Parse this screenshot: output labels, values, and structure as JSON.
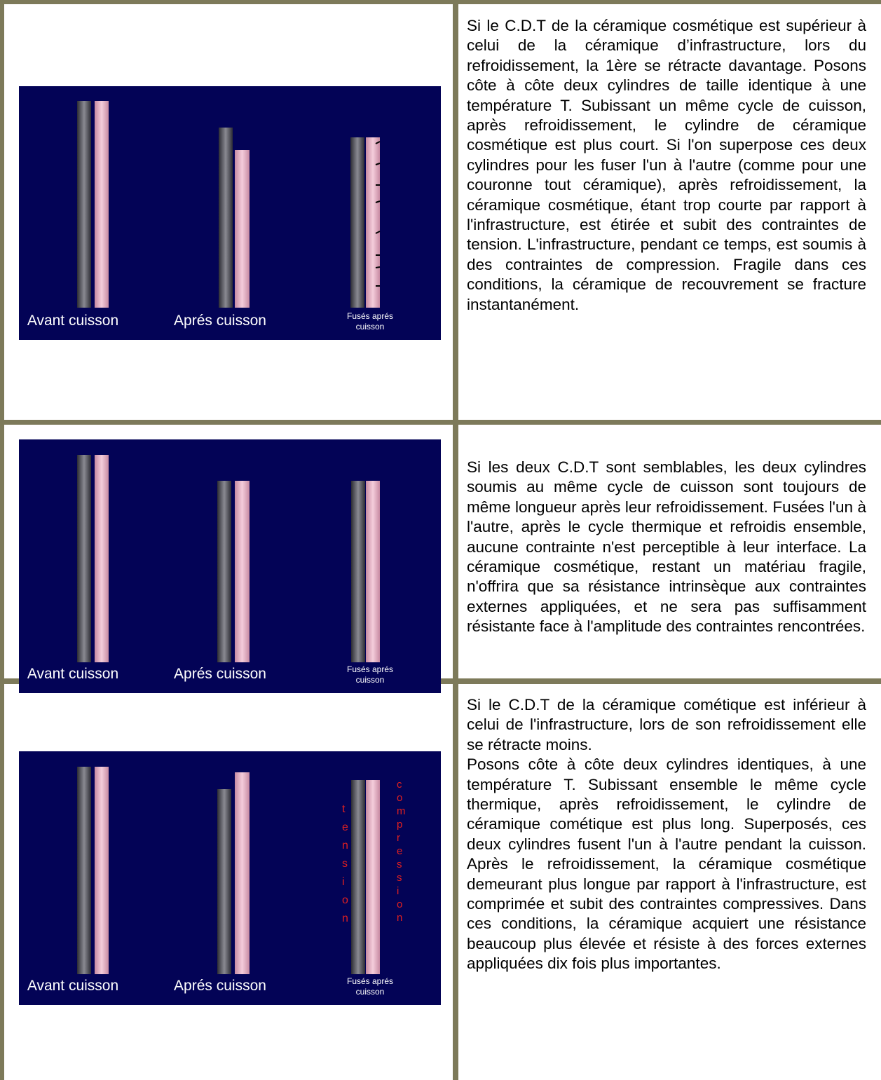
{
  "colors": {
    "border": "#7d7a5a",
    "panel_bg": "#030356",
    "infra": "#55555d",
    "cosmetic": "#e8b2c6",
    "annotation": "#e02020"
  },
  "rows": [
    {
      "labels": {
        "before": "Avant cuisson",
        "after": "Aprés cuisson",
        "fused_line1": "Fusés aprés",
        "fused_line2": "cuisson"
      },
      "paragraphs": [
        "Si le C.D.T de la céramique cosmétique est supérieur à celui de la céramique d’infrastructure, lors du refroidissement, la 1ère se rétracte davantage. Posons côte à côte deux cylindres de taille identique à une température T. Subissant un même cycle de cuisson, après refroidissement, le cylindre de céramique cosmétique est plus court. Si l'on superpose ces deux cylindres pour les fuser l'un à l'autre (comme pour une couronne tout céramique), après refroidissement, la céramique cosmétique, étant trop courte par rapport à l'infrastructure, est étirée et subit des contraintes de tension. L'infrastructure, pendant ce temps, est soumis à des contraintes de compression. Fragile dans ces conditions, la céramique de recouvrement se fracture instantanément."
      ]
    },
    {
      "labels": {
        "before": "Avant cuisson",
        "after": "Aprés cuisson",
        "fused_line1": "Fusés aprés",
        "fused_line2": "cuisson"
      },
      "paragraphs": [
        "Si les deux C.D.T sont semblables, les deux cylindres soumis au même cycle de cuisson sont toujours de même longueur après leur refroidissement. Fusées l'un à l'autre, après le cycle thermique et refroidis ensemble, aucune contrainte n'est perceptible à leur interface. La céramique cosmétique, restant un matériau fragile, n'offrira que sa résistance intrinsèque aux contraintes externes appliquées, et ne sera pas suffisamment résistante face à l'amplitude des contraintes rencontrées."
      ]
    },
    {
      "labels": {
        "before": "Avant cuisson",
        "after": "Aprés cuisson",
        "fused_line1": "Fusés aprés",
        "fused_line2": "cuisson",
        "tension": "tension",
        "compression": "compression"
      },
      "paragraphs": [
        "Si le C.D.T de la céramique cométique est inférieur à celui de l'infrastructure, lors de son refroidissement elle se rétracte moins.",
        "Posons côte à côte deux cylindres identiques, à une température T. Subissant ensemble le même cycle thermique, après refroidissement, le cylindre de céramique cométique est plus long. Superposés, ces deux cylindres fusent l'un à l'autre pendant la cuisson. Après le refroidissement, la céramique cosmétique demeurant plus longue par rapport à l'infrastructure, est comprimée et subit des contraintes compressives. Dans ces conditions, la céramique acquiert une résistance beaucoup plus élevée et résiste à des forces externes appliquées dix fois plus importantes."
      ],
      "trailing_dot": "."
    }
  ]
}
